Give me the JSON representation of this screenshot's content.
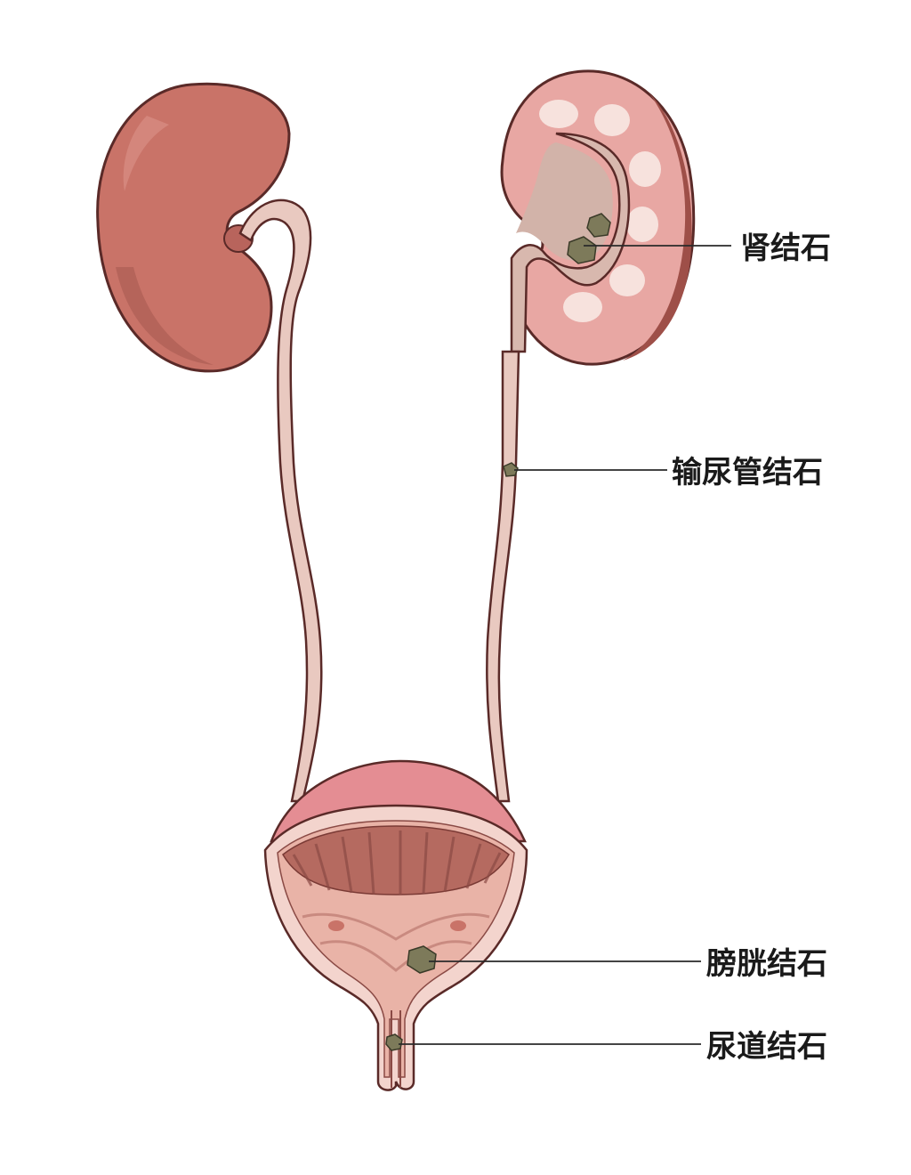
{
  "labels": {
    "kidney_stone": "肾结石",
    "ureter_stone": "输尿管结石",
    "bladder_stone": "膀胱结石",
    "urethra_stone": "尿道结石"
  },
  "colors": {
    "kidney": "#c97368",
    "kidney_dark": "#9e4f48",
    "kidney_section": "#e8a7a3",
    "pelvis": "#d8b8ae",
    "ureter": "#e9c9c0",
    "bladder_outer": "#eeb7b0",
    "bladder_inner": "#b56a60",
    "stone": "#7d7a5a",
    "outline": "#5a2a28"
  }
}
